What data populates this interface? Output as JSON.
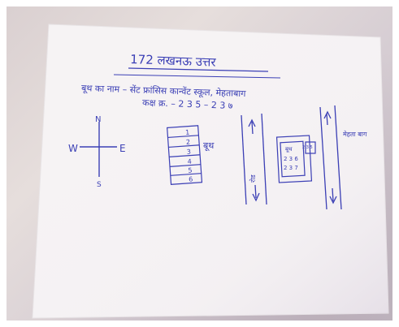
{
  "photo": {
    "title": "172 लखनऊ उत्तर",
    "line1": "बूथ का नाम – सेंट फ्रांसिस कान्वेंट स्कूल, मेहताबाग",
    "line2": "कक्ष क्र. – 2 3 5 – 2 3 ७",
    "compass": {
      "north": "N",
      "south": "S",
      "east": "E",
      "west": "W"
    },
    "booth_label": "बूथ",
    "booth_rooms": [
      "1",
      "2",
      "3",
      "4",
      "5",
      "6"
    ],
    "road_left_label": "रोड",
    "inner_labels": [
      "बूथ",
      "2 3 6",
      "2 3 7"
    ],
    "room_small": "2 3 5",
    "road_right_label": "मेहता बाग"
  }
}
